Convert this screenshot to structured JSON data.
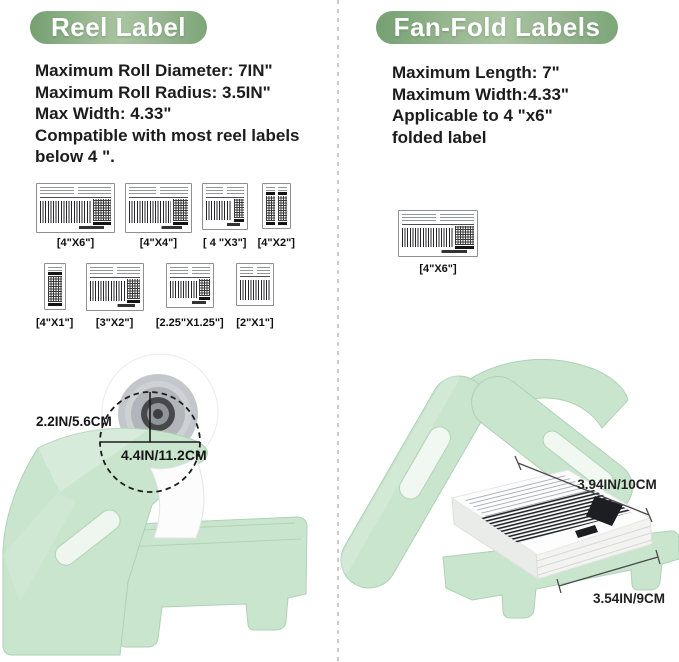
{
  "reel": {
    "title": "Reel Label",
    "specs": [
      "Maximum Roll Diameter: 7IN\"",
      "Maximum Roll Radius: 3.5IN\"",
      "Max Width: 4.33\"",
      "Compatible with most reel labels",
      "below 4 \"."
    ],
    "sizes_row1": [
      "[4\"X6\"]",
      "[4\"X4\"]",
      "[ 4 \"X3\"]",
      "[4\"X2\"]"
    ],
    "sizes_row2": [
      "[4\"X1\"]",
      "[3\"X2\"]",
      "[2.25\"X1.25\"]",
      "[2\"X1\"]"
    ],
    "roll_radius": "2.2IN/5.6CM",
    "roll_diameter": "4.4IN/11.2CM"
  },
  "fanfold": {
    "title": "Fan-Fold Labels",
    "specs": [
      "Maximum Length: 7\"",
      "Maximum Width:4.33\"",
      "Applicable to 4 \"x6\"",
      "folded label"
    ],
    "size": "[4\"X6\"]",
    "stack_width": "3.94IN/10CM",
    "stack_depth": "3.54IN/9CM"
  },
  "colors": {
    "badge_green": "#8fb38a",
    "product_green": "#c9e5cd",
    "divider": "#cbcbcb"
  }
}
